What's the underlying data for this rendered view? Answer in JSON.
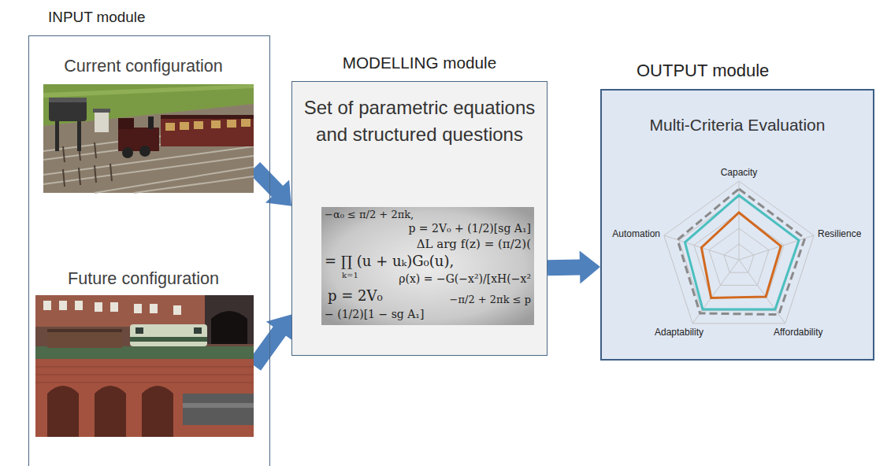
{
  "diagram": {
    "nodes": [
      {
        "text": [
          "INPUT module"
        ]
      },
      {
        "text": [
          "Current configuration"
        ],
        "in": 0
      },
      {
        "text": [
          "Future configuration"
        ],
        "in": 0
      },
      {
        "text": [
          "MODELLING module",
          "Set of parametric equations and structured questions"
        ]
      },
      {
        "text": [
          "OUTPUT module",
          "Multi-Criteria Evaluation"
        ]
      }
    ],
    "edges": [
      {
        "from": 1,
        "to": 3,
        "arrow": "to"
      },
      {
        "from": 2,
        "to": 3,
        "arrow": "to"
      },
      {
        "from": 3,
        "to": 4,
        "arrow": "to"
      }
    ],
    "labels": [
      "−α₀ ≤ π/2 + 2πk,",
      "p = 2V₀ + (1/2)[sg A₁]",
      "ΔL arg f(z) = (π/2)(",
      "= ∏ (u + uₖ)G₀(u),",
      "k=1",
      "ρ(x) = −G(−x²)/[xH(−x²",
      "p = 2V₀",
      "−π/2 + 2πk ≤ p",
      "− (1/2)[1 − sg A₁]",
      "Capacity",
      "Automation",
      "Resilience",
      "Adaptability",
      "Affordability"
    ]
  }
}
